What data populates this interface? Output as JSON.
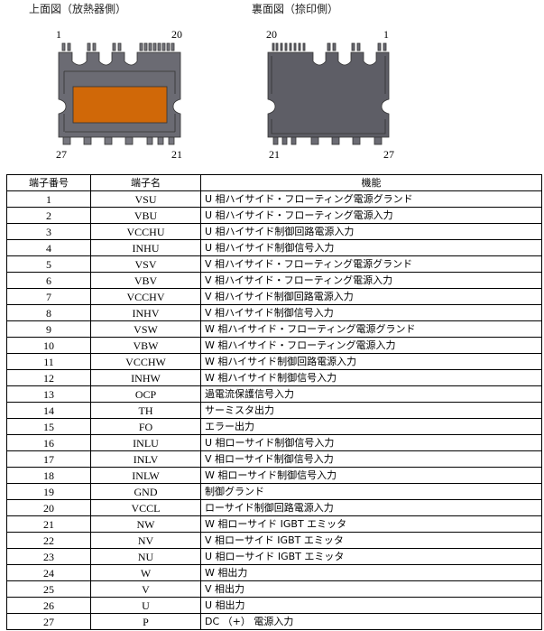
{
  "figures": {
    "top": {
      "caption": "上面図（放熱器側）",
      "pin_tl": "1",
      "pin_tr": "20",
      "pin_bl": "27",
      "pin_br": "21"
    },
    "bottom": {
      "caption": "裏面図（捺印側）",
      "pin_tl": "20",
      "pin_tr": "1",
      "pin_bl": "21",
      "pin_br": "27"
    }
  },
  "table": {
    "headers": [
      "端子番号",
      "端子名",
      "機能"
    ],
    "rows": [
      [
        "1",
        "VSU",
        "U 相ハイサイド・フローティング電源グランド"
      ],
      [
        "2",
        "VBU",
        "U 相ハイサイド・フローティング電源入力"
      ],
      [
        "3",
        "VCCHU",
        "U 相ハイサイド制御回路電源入力"
      ],
      [
        "4",
        "INHU",
        "U 相ハイサイド制御信号入力"
      ],
      [
        "5",
        "VSV",
        "V 相ハイサイド・フローティング電源グランド"
      ],
      [
        "6",
        "VBV",
        "V 相ハイサイド・フローティング電源入力"
      ],
      [
        "7",
        "VCCHV",
        "V 相ハイサイド制御回路電源入力"
      ],
      [
        "8",
        "INHV",
        "V 相ハイサイド制御信号入力"
      ],
      [
        "9",
        "VSW",
        "W 相ハイサイド・フローティング電源グランド"
      ],
      [
        "10",
        "VBW",
        "W 相ハイサイド・フローティング電源入力"
      ],
      [
        "11",
        "VCCHW",
        "W 相ハイサイド制御回路電源入力"
      ],
      [
        "12",
        "INHW",
        "W 相ハイサイド制御信号入力"
      ],
      [
        "13",
        "OCP",
        "過電流保護信号入力"
      ],
      [
        "14",
        "TH",
        "サーミスタ出力"
      ],
      [
        "15",
        "FO",
        "エラー出力"
      ],
      [
        "16",
        "INLU",
        "U 相ローサイド制御信号入力"
      ],
      [
        "17",
        "INLV",
        "V 相ローサイド制御信号入力"
      ],
      [
        "18",
        "INLW",
        "W 相ローサイド制御信号入力"
      ],
      [
        "19",
        "GND",
        "制御グランド"
      ],
      [
        "20",
        "VCCL",
        "ローサイド制御回路電源入力"
      ],
      [
        "21",
        "NW",
        "W 相ローサイド IGBT エミッタ"
      ],
      [
        "22",
        "NV",
        "V 相ローサイド IGBT エミッタ"
      ],
      [
        "23",
        "NU",
        "U 相ローサイド IGBT エミッタ"
      ],
      [
        "24",
        "W",
        "W 相出力"
      ],
      [
        "25",
        "V",
        "V 相出力"
      ],
      [
        "26",
        "U",
        "U 相出力"
      ],
      [
        "27",
        "P",
        "DC （+） 電源入力"
      ]
    ]
  },
  "colors": {
    "package": "#6b6b73",
    "heatsink": "#d06808"
  }
}
